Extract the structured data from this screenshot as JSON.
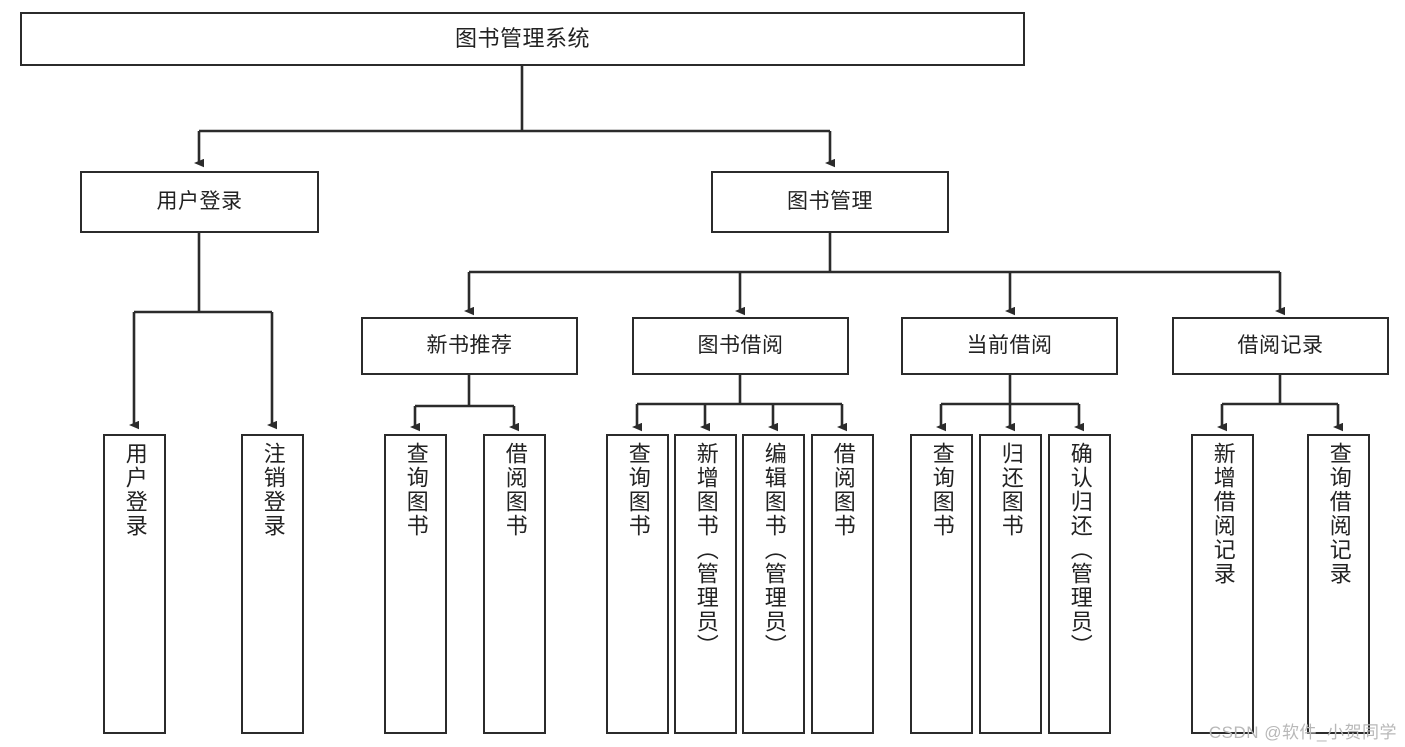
{
  "diagram": {
    "title": "图书管理系统",
    "watermark": "CSDN @软件_小贺同学",
    "colors": {
      "box_border": "#2b2b2b",
      "box_fill": "#ffffff",
      "edge": "#2b2b2b",
      "text": "#222222",
      "watermark": "#b8b8b8",
      "background": "#ffffff"
    },
    "levels": {
      "level1": [
        {
          "id": "root",
          "label": "图书管理系统"
        }
      ],
      "level2": [
        {
          "id": "user-login",
          "label": "用户登录"
        },
        {
          "id": "book-manage",
          "label": "图书管理"
        }
      ],
      "level3": [
        {
          "id": "new-book-rec",
          "label": "新书推荐"
        },
        {
          "id": "book-borrow",
          "label": "图书借阅"
        },
        {
          "id": "current-borrow",
          "label": "当前借阅"
        },
        {
          "id": "borrow-record",
          "label": "借阅记录"
        }
      ],
      "level4": [
        {
          "id": "leaf-user-login",
          "label": "用户登录",
          "parent": "user-login"
        },
        {
          "id": "leaf-logout-login",
          "label": "注销登录",
          "parent": "user-login"
        },
        {
          "id": "leaf-query-book-1",
          "label": "查询图书",
          "parent": "new-book-rec"
        },
        {
          "id": "leaf-borrow-book-1",
          "label": "借阅图书",
          "parent": "new-book-rec"
        },
        {
          "id": "leaf-query-book-2",
          "label": "查询图书",
          "parent": "book-borrow"
        },
        {
          "id": "leaf-add-book",
          "label": "新增图书（管理员）",
          "parent": "book-borrow"
        },
        {
          "id": "leaf-edit-book",
          "label": "编辑图书（管理员）",
          "parent": "book-borrow"
        },
        {
          "id": "leaf-borrow-book-2",
          "label": "借阅图书",
          "parent": "book-borrow"
        },
        {
          "id": "leaf-query-book-3",
          "label": "查询图书",
          "parent": "current-borrow"
        },
        {
          "id": "leaf-return-book",
          "label": "归还图书",
          "parent": "current-borrow"
        },
        {
          "id": "leaf-confirm-return",
          "label": "确认归还（管理员）",
          "parent": "current-borrow"
        },
        {
          "id": "leaf-add-record",
          "label": "新增借阅记录",
          "parent": "borrow-record"
        },
        {
          "id": "leaf-query-record",
          "label": "查询借阅记录",
          "parent": "borrow-record"
        }
      ]
    }
  }
}
